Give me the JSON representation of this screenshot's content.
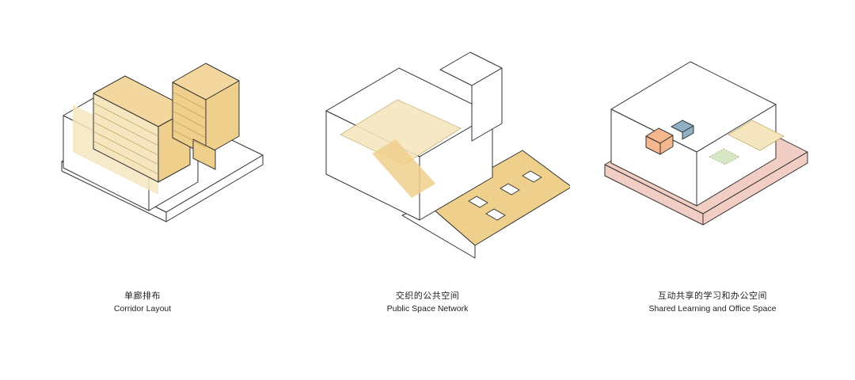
{
  "palette": {
    "outline": "#333333",
    "face_white": "#ffffff",
    "accent_yellow": "#efcf8c",
    "accent_yellow_light": "#f6e6bf",
    "accent_pink": "#f2cdc4",
    "accent_orange": "#f5b78d",
    "accent_blue": "#8fb1c4",
    "accent_green": "#d7e6c3"
  },
  "panels": [
    {
      "title_zh": "单廊排布",
      "title_en": "Corridor Layout",
      "highlight": "yellow-corridor-slabs"
    },
    {
      "title_zh": "交织的公共空间",
      "title_en": "Public Space Network",
      "highlight": "yellow-public-ground-plane"
    },
    {
      "title_zh": "互动共享的学习和办公空间",
      "title_en": "Shared Learning and Office Space",
      "highlight": "pink-base-with-orange-blue-volumes"
    }
  ]
}
